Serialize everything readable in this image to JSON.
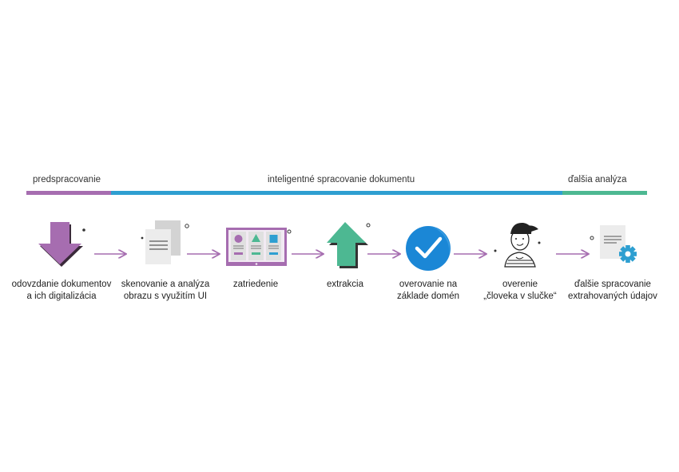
{
  "colors": {
    "purple": "#a66db0",
    "blue": "#2e9fd1",
    "green": "#4db892",
    "checkBlue": "#1b87d6",
    "gray": "#dcdcdc",
    "arrow": "#a66db0"
  },
  "phases": [
    {
      "label": "predspracovanie",
      "color": "#a66db0"
    },
    {
      "label": "inteligentné spracovanie dokumentu",
      "color": "#2e9fd1"
    },
    {
      "label": "ďalšia analýza",
      "color": "#4db892"
    }
  ],
  "steps": [
    {
      "icon": "download-arrow-icon",
      "lines": [
        "odovzdanie dokumentov",
        "a ich digitalizácia"
      ]
    },
    {
      "icon": "scanned-documents-icon",
      "lines": [
        "skenovanie a analýza",
        "obrazu s využitím UI"
      ]
    },
    {
      "icon": "classification-board-icon",
      "lines": [
        "zatriedenie"
      ]
    },
    {
      "icon": "upload-arrow-icon",
      "lines": [
        "extrakcia"
      ]
    },
    {
      "icon": "checkmark-badge-icon",
      "lines": [
        "overovanie na",
        "základe domén"
      ]
    },
    {
      "icon": "person-icon",
      "lines": [
        "overenie",
        "„človeka v slučke“"
      ]
    },
    {
      "icon": "document-gear-icon",
      "lines": [
        "ďalšie spracovanie",
        "extrahovaných údajov"
      ]
    }
  ]
}
